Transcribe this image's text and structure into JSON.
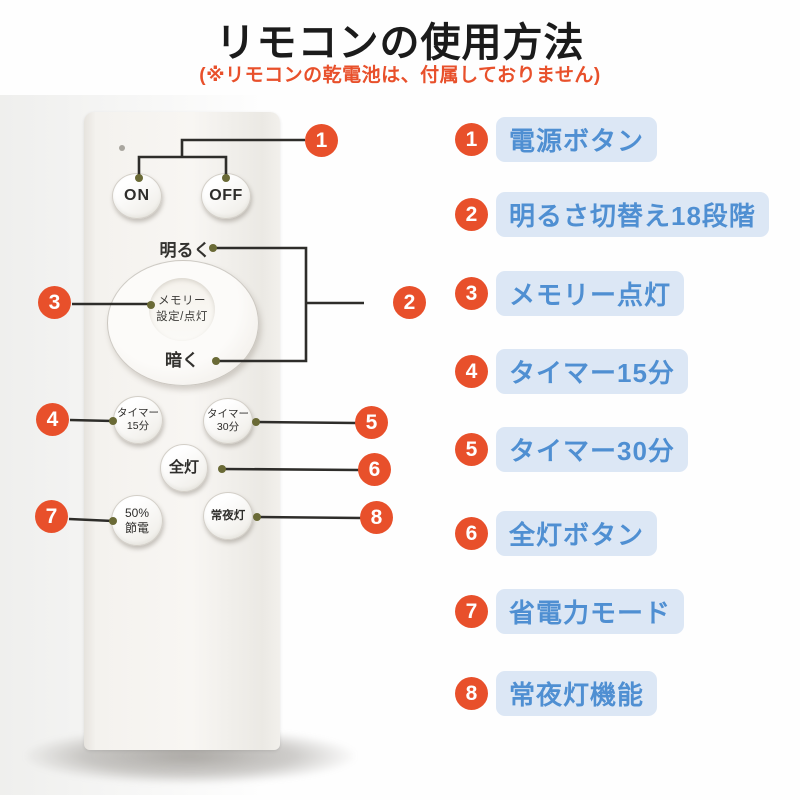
{
  "header": {
    "title": "リモコンの使用方法",
    "subtitle": "(※リモコンの乾電池は、付属しておりません)"
  },
  "colors": {
    "accent_orange": "#e8502b",
    "legend_text_blue": "#4f8fd2",
    "legend_box_bg": "#dce7f5",
    "callout_line": "#2e2d2a",
    "callout_dot_olive": "#6a6a36"
  },
  "remote": {
    "power_on": "ON",
    "power_off": "OFF",
    "brighter": "明るく",
    "darker": "暗く",
    "memory": {
      "line1": "メモリー",
      "line2": "設定/点灯"
    },
    "timer15": {
      "line1": "タイマー",
      "line2": "15分"
    },
    "timer30": {
      "line1": "タイマー",
      "line2": "30分"
    },
    "all_light": "全灯",
    "power_save": {
      "line1": "50%",
      "line2": "節電"
    },
    "night_light": "常夜灯"
  },
  "legend": {
    "items": [
      {
        "number": "1",
        "label": "電源ボタン"
      },
      {
        "number": "2",
        "label": "明るさ切替え18段階"
      },
      {
        "number": "3",
        "label": "メモリー点灯"
      },
      {
        "number": "4",
        "label": "タイマー15分"
      },
      {
        "number": "5",
        "label": "タイマー30分"
      },
      {
        "number": "6",
        "label": "全灯ボタン"
      },
      {
        "number": "7",
        "label": "省電力モード"
      },
      {
        "number": "8",
        "label": "常夜灯機能"
      }
    ]
  }
}
